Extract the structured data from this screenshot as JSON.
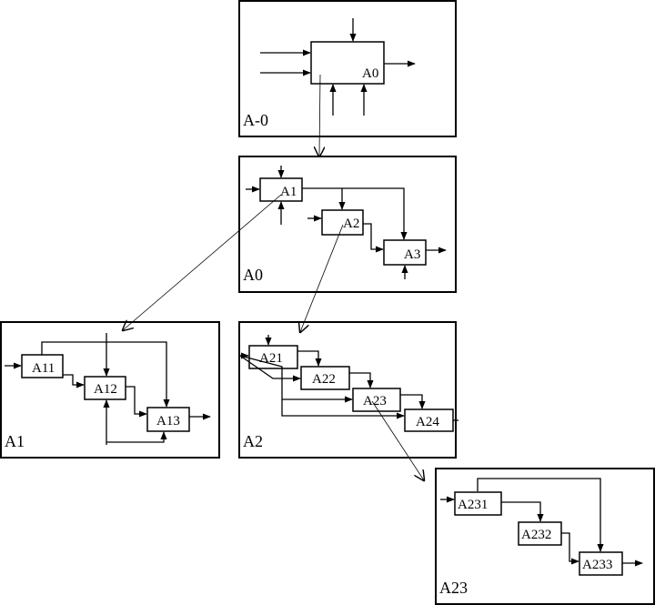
{
  "frames": {
    "f_a_minus_0": "A-0",
    "f_a0": "A0",
    "f_a1": "A1",
    "f_a2": "A2",
    "f_a23": "A23"
  },
  "boxes": {
    "b_a0_main": "A0",
    "b_a1": "A1",
    "b_a2": "A2",
    "b_a3": "A3",
    "b_a11": "A11",
    "b_a12": "A12",
    "b_a13": "A13",
    "b_a21": "A21",
    "b_a22": "A22",
    "b_a23": "A23",
    "b_a24": "A24",
    "b_a231": "A231",
    "b_a232": "A232",
    "b_a233": "A233"
  }
}
